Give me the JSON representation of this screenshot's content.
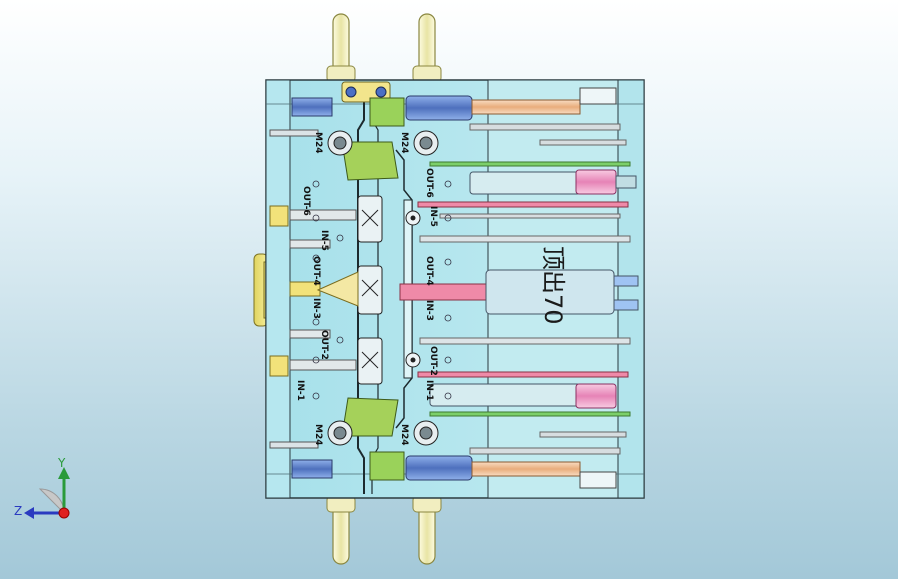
{
  "scene": {
    "colors": {
      "plate": "#aee4ee",
      "plate_alt": "#bfe9ef",
      "edge": "#2b3a3f",
      "handle": "#f3f0c2",
      "handle_edge": "#8a8740",
      "rod_blue": "#5b7fc8",
      "rod_orange": "#f2c29a",
      "rod_pink": "#ef9fc7",
      "rod_green": "#7ccf6a",
      "rod_yellow": "#f2e27a",
      "rod_gray": "#d7dde0"
    },
    "left_labels": [
      "OUT-6",
      "IN-5",
      "OUT-4",
      "IN-3",
      "OUT-2",
      "IN-1"
    ],
    "center_labels": [
      "OUT-6",
      "IN-5",
      "OUT-4",
      "IN-3",
      "OUT-2",
      "IN-1"
    ],
    "thread_label": "M24",
    "date_text": "顶出70"
  },
  "triad": {
    "y_label": "Y",
    "z_label": "Z"
  }
}
